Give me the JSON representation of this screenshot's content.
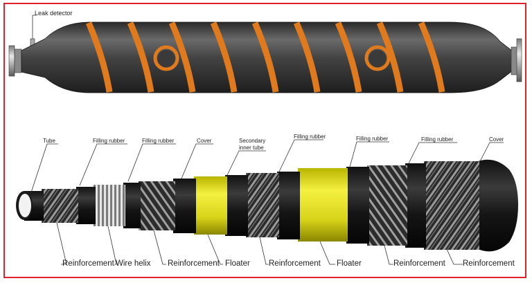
{
  "colors": {
    "frame": "#e0202a",
    "hose_body": "#3a3a3a",
    "float_band": "#e07a1e",
    "floater": "#e6e22a",
    "rubber": "#111111"
  },
  "top_figure": {
    "leak_detector": "Leak detector"
  },
  "top_labels": [
    "Tube",
    "Filling rubber",
    "Filling rubber",
    "Cover",
    "Secondary",
    "inner tube",
    "Filling rubber",
    "Filling rubber",
    "Filling rubber",
    "Cover"
  ],
  "bottom_labels": [
    "Reinforcement",
    "Wire helix",
    "Reinforcement",
    "Floater",
    "Reinforcement",
    "Floater",
    "Reinforcement",
    "Reinforcement"
  ]
}
